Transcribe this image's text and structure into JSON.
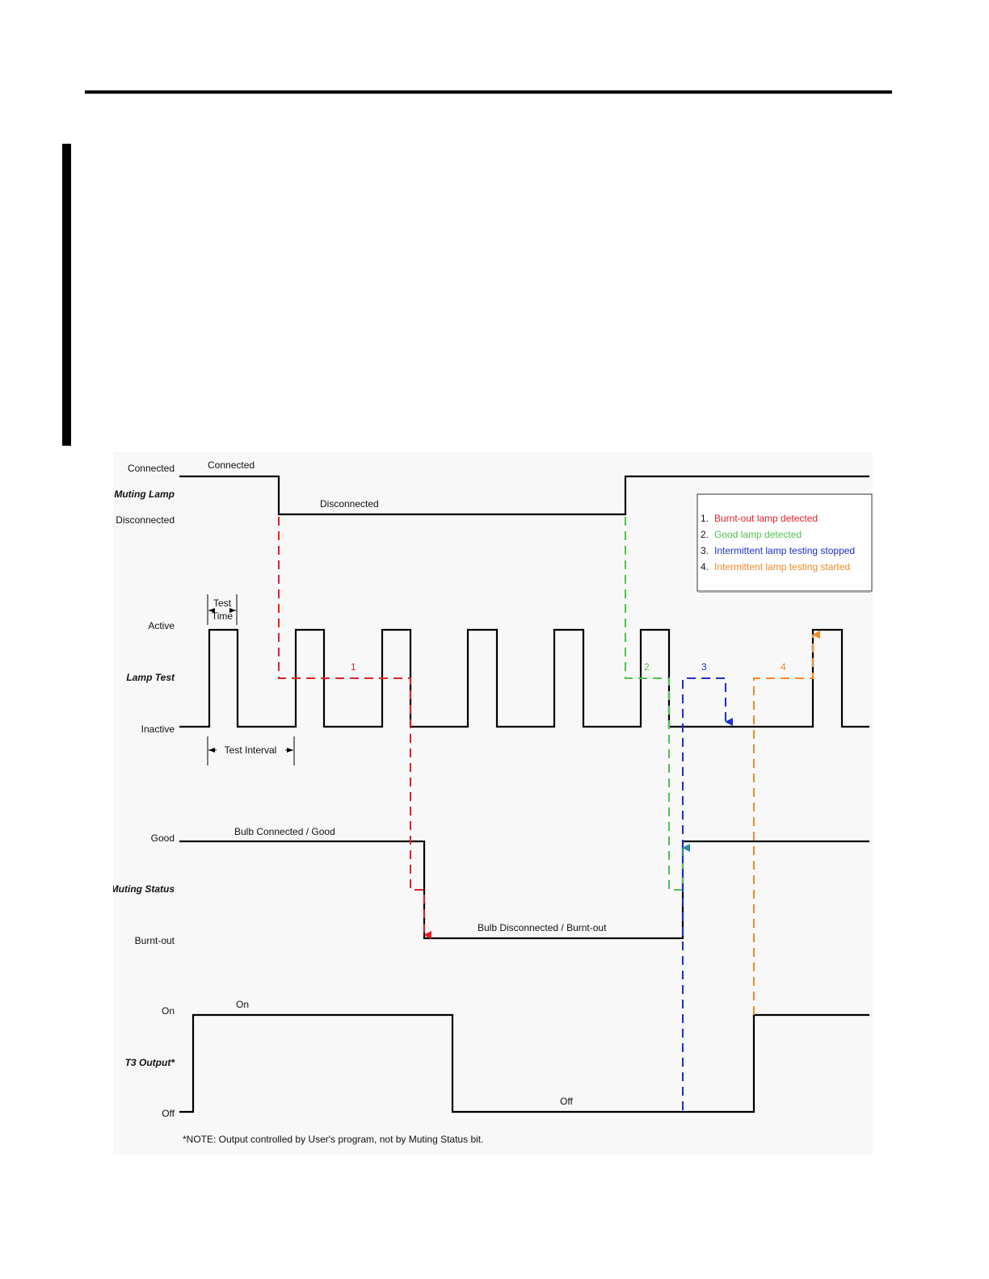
{
  "signals": {
    "muting_lamp": {
      "name": "Muting Lamp",
      "high": "Connected",
      "low": "Disconnected",
      "high_note": "Connected",
      "low_note": "Disconnected"
    },
    "lamp_test": {
      "name": "Lamp Test",
      "high": "Active",
      "low": "Inactive",
      "test_time": [
        "Test",
        "Time"
      ],
      "test_interval": "Test Interval"
    },
    "muting_status": {
      "name": "Muting Status",
      "high": "Good",
      "low": "Burnt-out",
      "high_note": "Bulb Connected / Good",
      "low_note": "Bulb Disconnected / Burnt-out"
    },
    "t3_output": {
      "name": "T3 Output*",
      "high": "On",
      "low": "Off",
      "high_note": "On",
      "low_note": "Off"
    }
  },
  "markers": [
    "1",
    "2",
    "3",
    "4"
  ],
  "legend": [
    {
      "num": "1.",
      "text": "Burnt-out lamp detected",
      "color": "#e0202a"
    },
    {
      "num": "2.",
      "text": "Good lamp detected",
      "color": "#4fc24f"
    },
    {
      "num": "3.",
      "text": "Intermittent lamp testing stopped",
      "color": "#1d2fc9"
    },
    {
      "num": "4.",
      "text": "Intermittent lamp testing started",
      "color": "#f08a28"
    }
  ],
  "note": "*NOTE:  Output controlled by User's program, not by Muting Status bit."
}
